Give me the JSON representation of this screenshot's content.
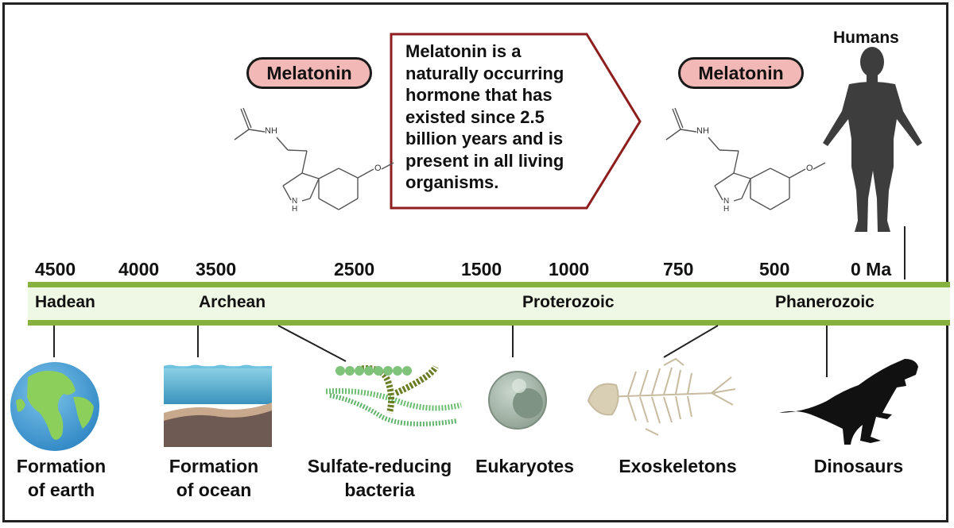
{
  "melatonin_pill_left": "Melatonin",
  "melatonin_pill_right": "Melatonin",
  "callout_text": "Melatonin is a naturally occurring hormone that has existed since 2.5 billion years and is present in all living organisms.",
  "humans_label": "Humans",
  "molecule_labels": {
    "nh": "NH",
    "o": "O",
    "indole_h": "H",
    "indole_n": "N"
  },
  "timeline_ticks": [
    "4500",
    "4000",
    "3500",
    "2500",
    "1500",
    "1000",
    "750",
    "500",
    "0 Ma"
  ],
  "eras": [
    "Hadean",
    "Archean",
    "Proterozoic",
    "Phanerozoic"
  ],
  "events": [
    {
      "line1": "Formation",
      "line2": "of earth"
    },
    {
      "line1": "Formation",
      "line2": "of ocean"
    },
    {
      "line1": "Sulfate-reducing",
      "line2": "bacteria"
    },
    {
      "line1": "Eukaryotes",
      "line2": ""
    },
    {
      "line1": "Exoskeletons",
      "line2": ""
    },
    {
      "line1": "Dinosaurs",
      "line2": ""
    }
  ],
  "colors": {
    "band": "#86b13f",
    "band_fill": "#eef8e4",
    "pill": "#f2b8b6",
    "callout_border": "#8e1d1d"
  }
}
